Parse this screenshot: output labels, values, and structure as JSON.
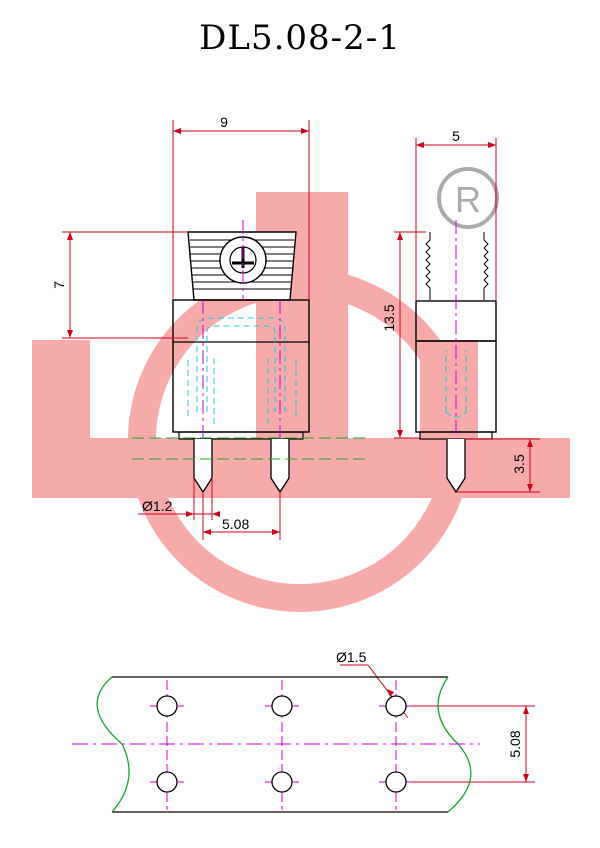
{
  "drawing": {
    "title": "DL5.08-2-1",
    "dimensions": {
      "width_top": "9",
      "width_side": "5",
      "head_height": "7",
      "body_height": "13.5",
      "pin_length": "3.5",
      "pin_diameter": "Ø1.2",
      "pitch_front": "5.08",
      "hole_diameter": "Ø1.5",
      "pitch_pcb": "5.08"
    },
    "registered_mark": "R",
    "colors": {
      "outline": "#000000",
      "dimension": "#d0021b",
      "watermark": "#f6aaaa",
      "hidden_line": "#28c8d8",
      "center_line": "#d400d4",
      "green_line": "#1aa82a"
    }
  }
}
